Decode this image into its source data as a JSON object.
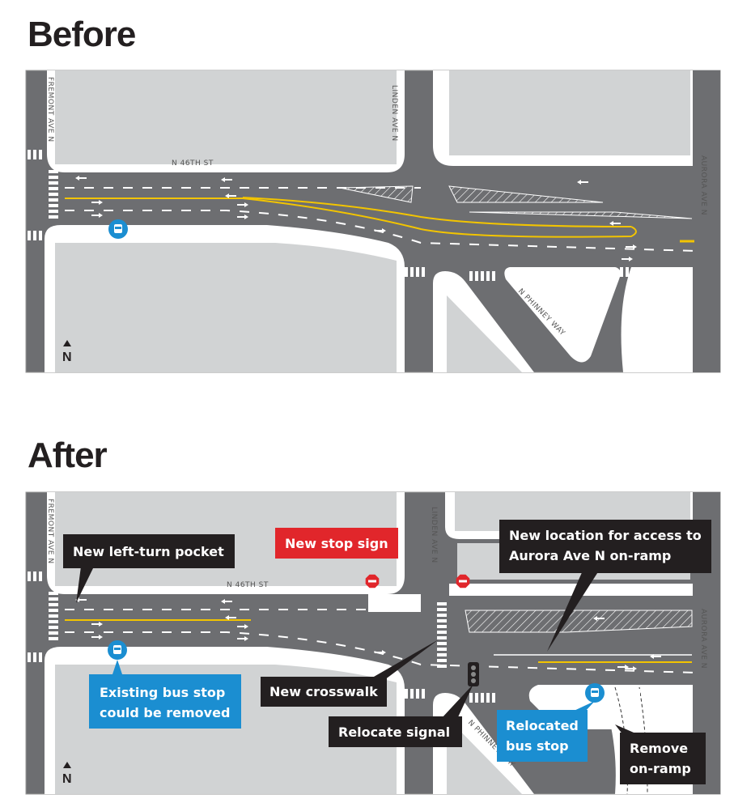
{
  "before": {
    "title": "Before",
    "streets": {
      "fremont": "FREMONT AVE N",
      "linden": "LINDEN AVE N",
      "n46": "N 46TH ST",
      "aurora": "AURORA AVE N",
      "phinney": "N PHINNEY WAY"
    },
    "north": "N"
  },
  "after": {
    "title": "After",
    "streets": {
      "fremont": "FREMONT AVE N",
      "linden": "LINDEN AVE N",
      "n46": "N 46TH ST",
      "aurora": "AURORA AVE N",
      "phinney": "N PHINNEY WAY"
    },
    "north": "N",
    "callouts": {
      "left_turn": "New left-turn pocket",
      "stop_sign": "New stop sign",
      "onramp_access": [
        "New location for access to",
        "Aurora Ave N on-ramp"
      ],
      "existing_bus": [
        "Existing bus stop",
        "could be removed"
      ],
      "crosswalk": "New crosswalk",
      "signal": "Relocate signal",
      "relocated_bus": [
        "Relocated",
        "bus stop"
      ],
      "remove_ramp": [
        "Remove",
        "on-ramp"
      ]
    }
  },
  "colors": {
    "road": "#6d6e71",
    "block": "#d1d3d4",
    "sidewalk": "#ffffff",
    "yellow": "#f2c400",
    "blue": "#1b8ed1",
    "red": "#e1262b",
    "black": "#231f20"
  }
}
